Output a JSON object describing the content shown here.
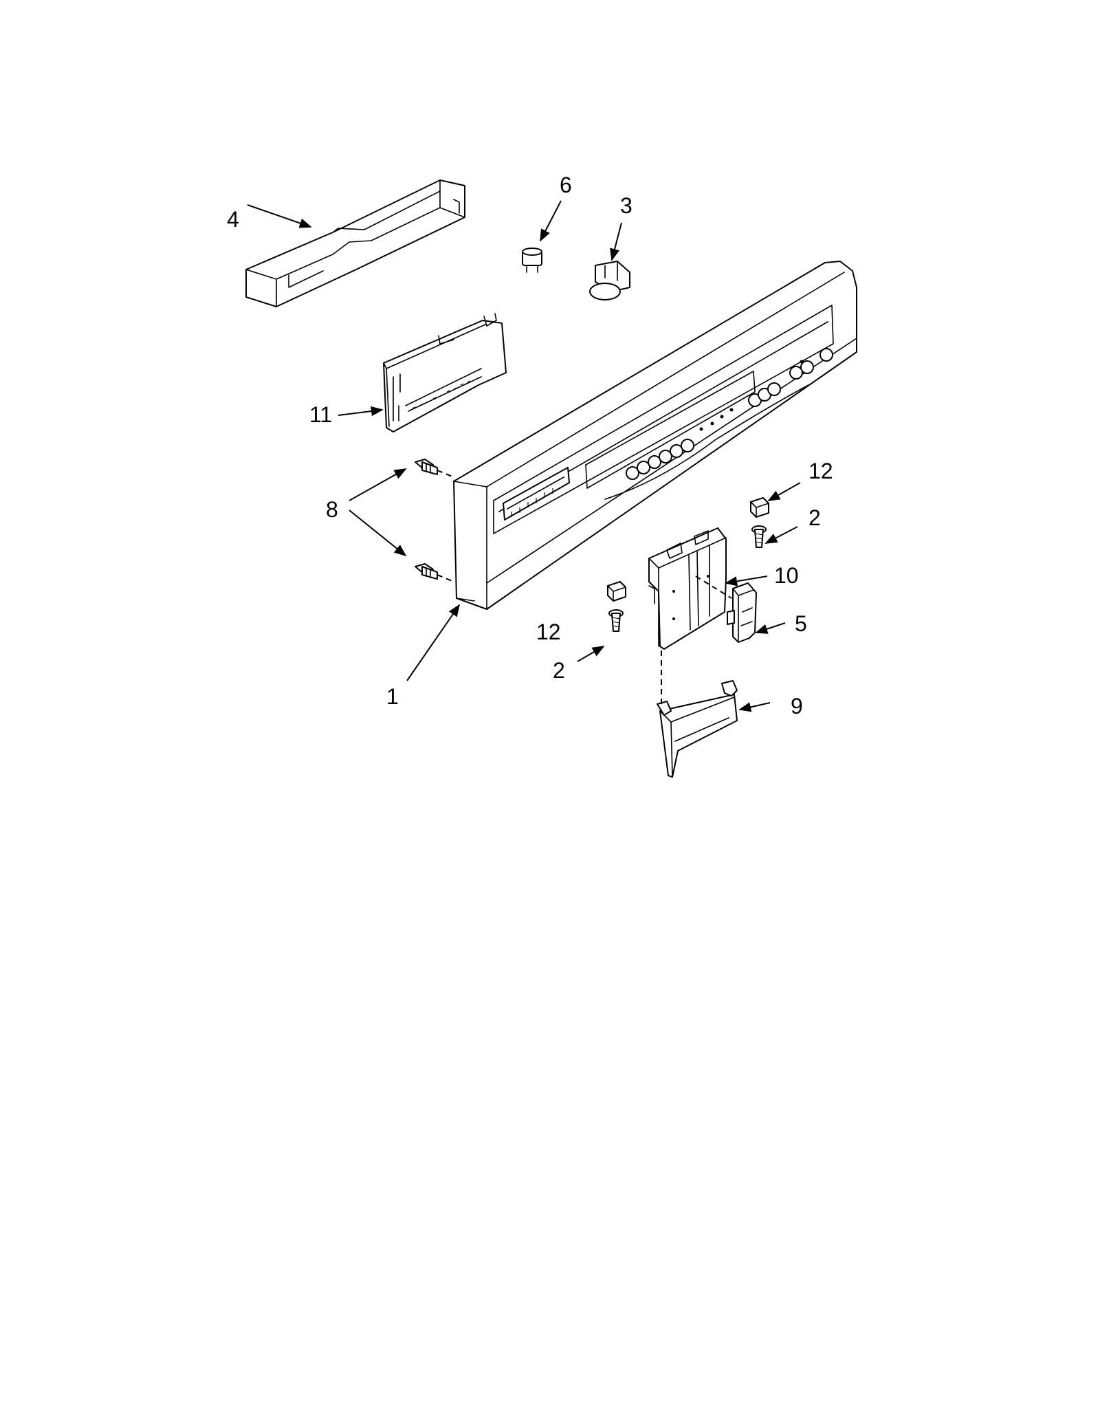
{
  "callouts": [
    {
      "id": "c1",
      "label": "1"
    },
    {
      "id": "c2a",
      "label": "2"
    },
    {
      "id": "c2b",
      "label": "2"
    },
    {
      "id": "c3",
      "label": "3"
    },
    {
      "id": "c4",
      "label": "4"
    },
    {
      "id": "c5",
      "label": "5"
    },
    {
      "id": "c6",
      "label": "6"
    },
    {
      "id": "c8",
      "label": "8"
    },
    {
      "id": "c9",
      "label": "9"
    },
    {
      "id": "c10",
      "label": "10"
    },
    {
      "id": "c11",
      "label": "11"
    },
    {
      "id": "c12a",
      "label": "12"
    },
    {
      "id": "c12b",
      "label": "12"
    }
  ],
  "colors": {
    "line": "#000000",
    "background": "#ffffff"
  }
}
